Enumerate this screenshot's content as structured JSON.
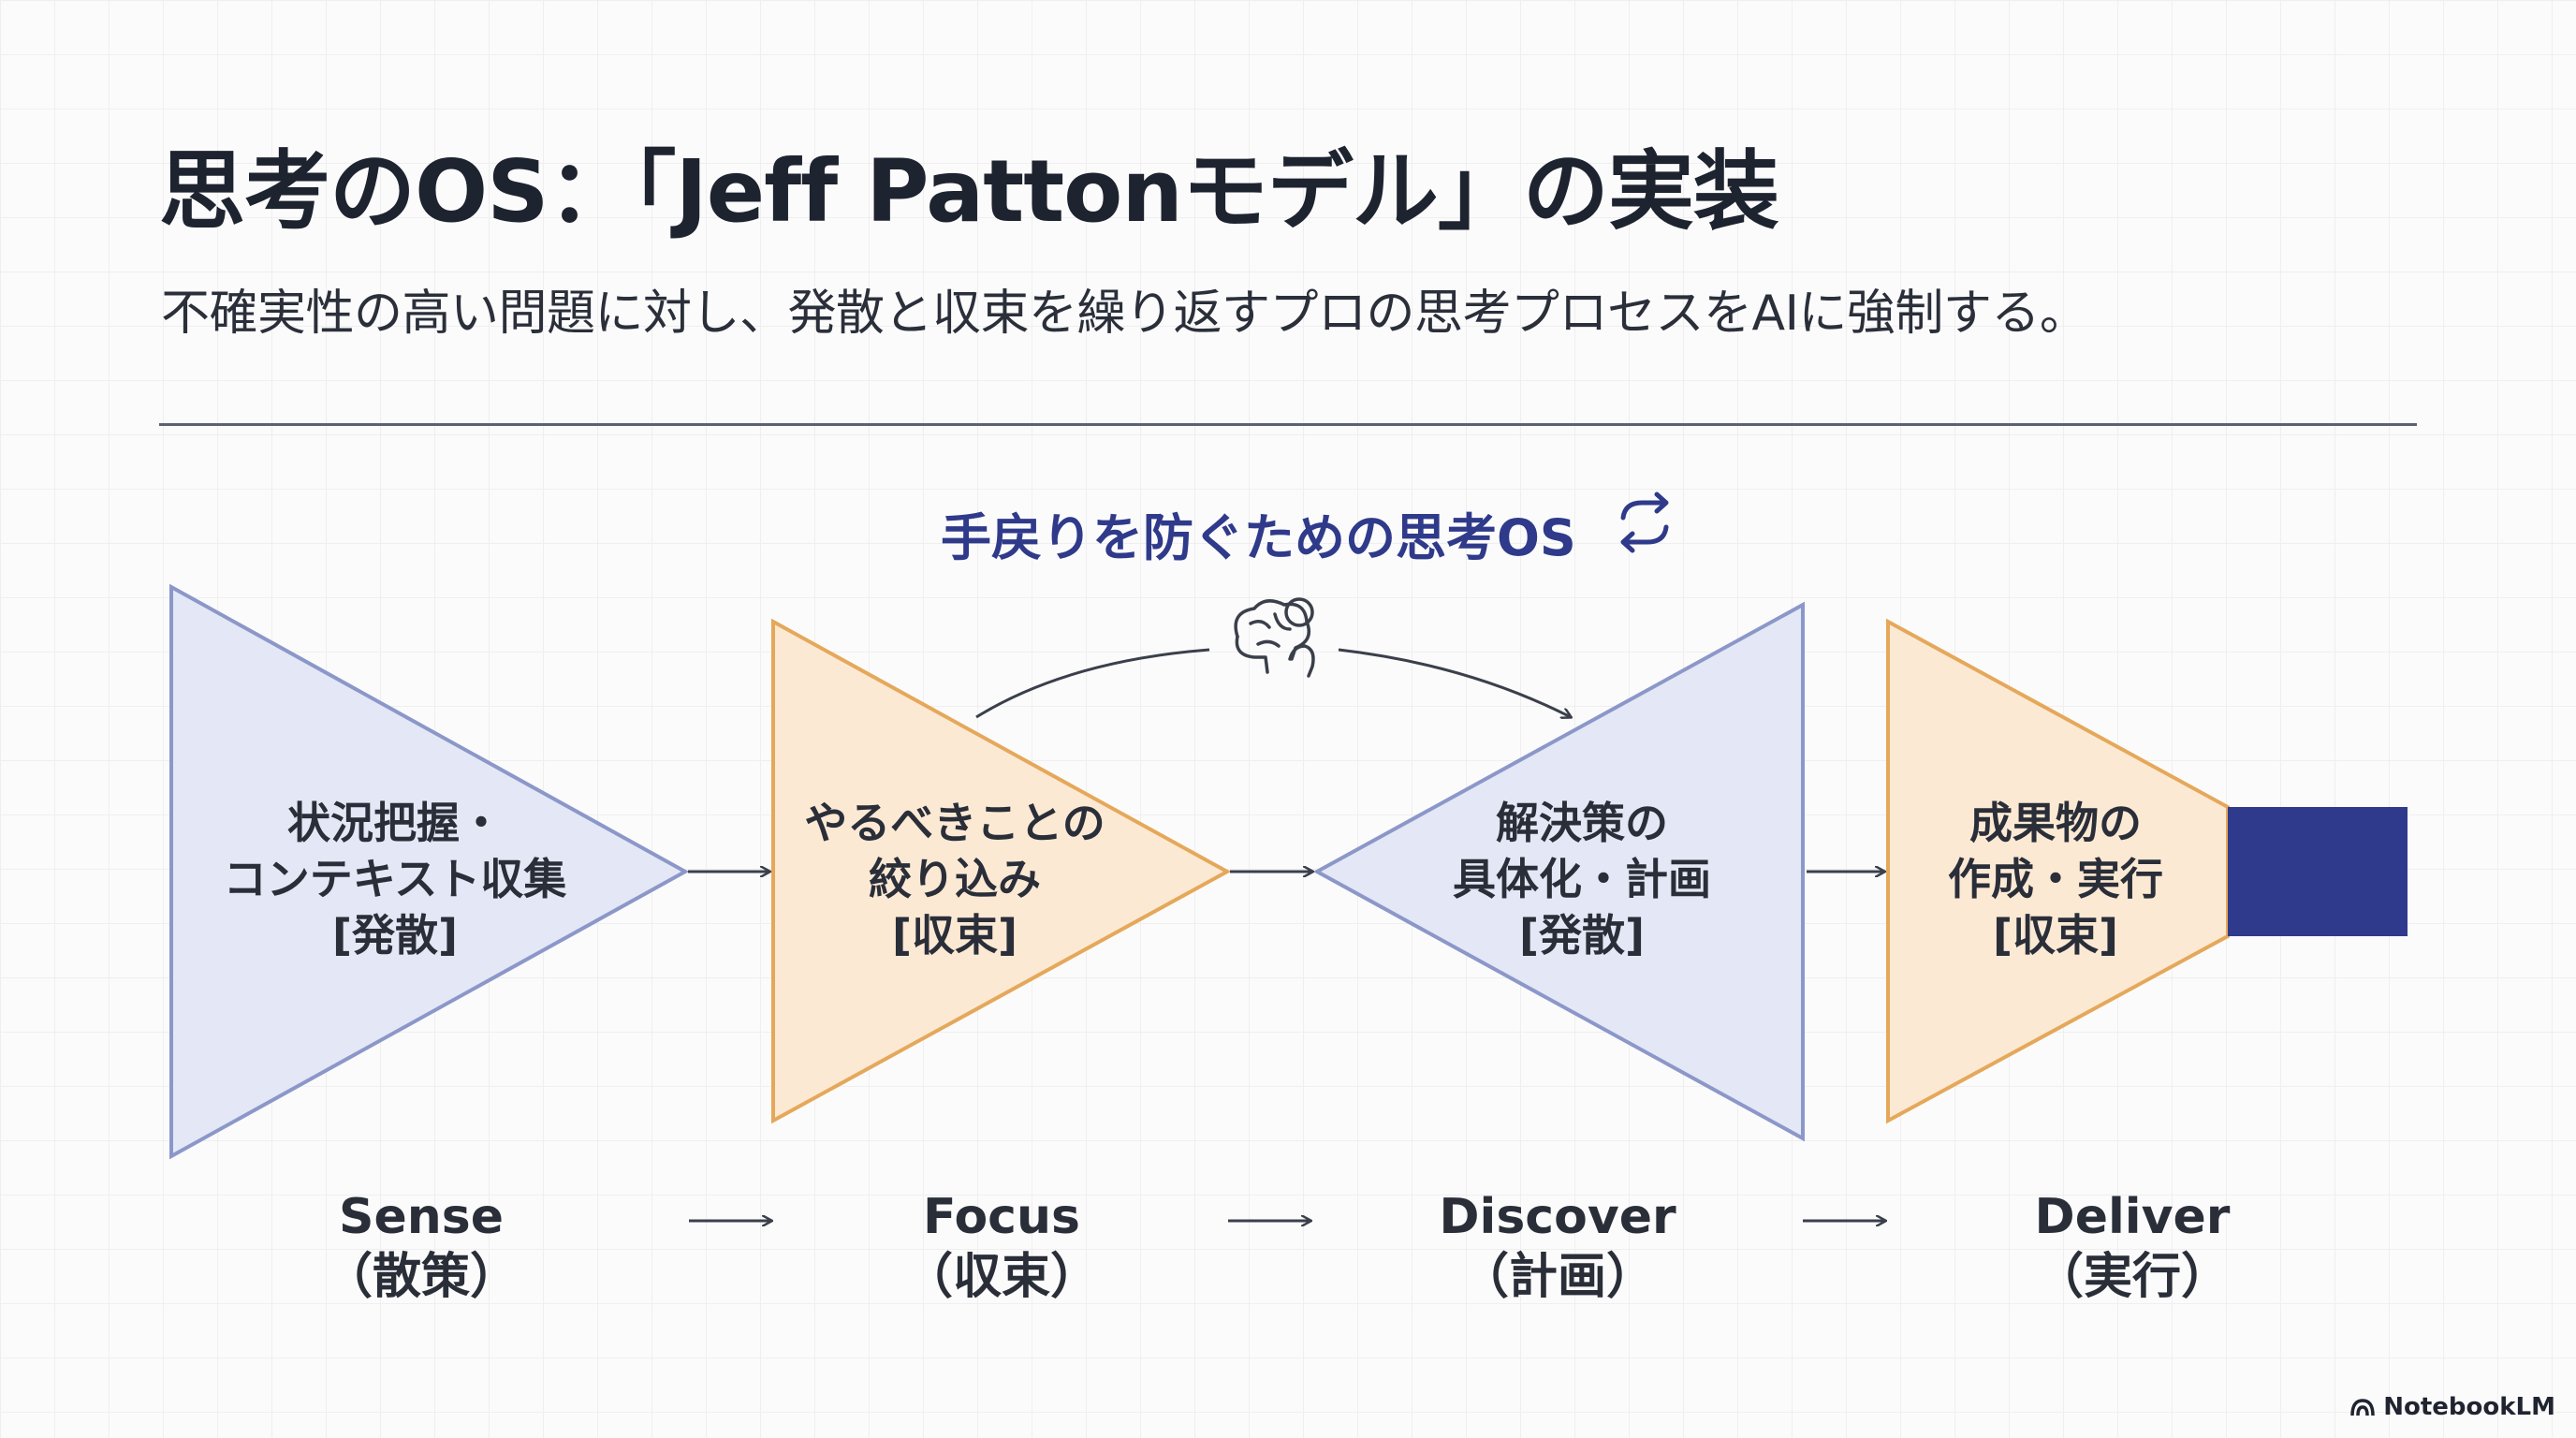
{
  "header": {
    "title": "思考のOS：「Jeff Pattonモデル」の実装",
    "subtitle": "不確実性の高い問題に対し、発散と収束を繰り返すプロの思考プロセスをAIに強制する。"
  },
  "diagram": {
    "title": "手戻りを防ぐための思考OS",
    "icons": [
      "cycle-arrows-icon",
      "brain-person-icon"
    ],
    "colors": {
      "diverge_fill": "#e4e7f5",
      "diverge_stroke": "#8c97c9",
      "converge_fill": "#fbe9d4",
      "converge_stroke": "#e5a85a",
      "output_block": "#2f3a8c",
      "title": "#2f3a8a"
    },
    "shapes": [
      {
        "mode": "diverge",
        "lines": [
          "状況把握・",
          "コンテキスト収集",
          "[発散]"
        ]
      },
      {
        "mode": "converge",
        "lines": [
          "やるべきことの",
          "絞り込み",
          "[収束]"
        ]
      },
      {
        "mode": "diverge",
        "lines": [
          "解決策の",
          "具体化・計画",
          "[発散]"
        ]
      },
      {
        "mode": "converge",
        "lines": [
          "成果物の",
          "作成・実行",
          "[収束]"
        ]
      }
    ],
    "stages": [
      {
        "name": "Sense",
        "jp": "（散策）"
      },
      {
        "name": "Focus",
        "jp": "（収束）"
      },
      {
        "name": "Discover",
        "jp": "（計画）"
      },
      {
        "name": "Deliver",
        "jp": "（実行）"
      }
    ]
  },
  "footer": {
    "brand": "NotebookLM",
    "brand_icon": "notebooklm-logo-icon"
  }
}
